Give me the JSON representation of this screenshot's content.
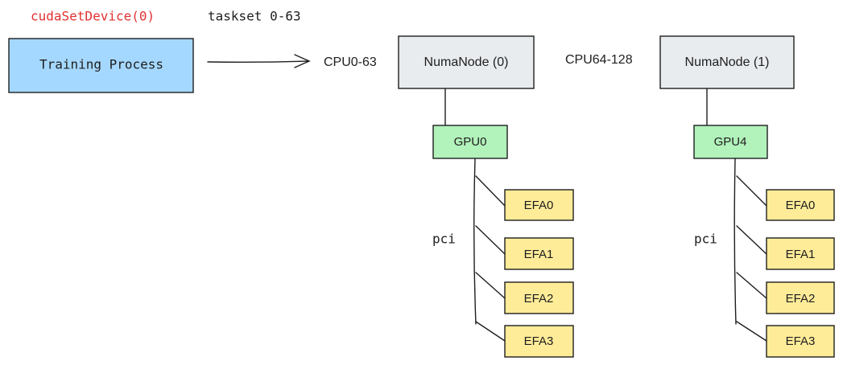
{
  "header": {
    "api_call": "cudaSetDevice(0)",
    "taskset": "taskset 0-63"
  },
  "process": {
    "label": "Training Process"
  },
  "cpu_ranges": [
    "CPU0-63",
    "CPU64-128"
  ],
  "numa_nodes": [
    {
      "label": "NumaNode (0)",
      "gpu": "GPU0",
      "bus": "pci",
      "efas": [
        "EFA0",
        "EFA1",
        "EFA2",
        "EFA3"
      ]
    },
    {
      "label": "NumaNode (1)",
      "gpu": "GPU4",
      "bus": "pci",
      "efas": [
        "EFA0",
        "EFA1",
        "EFA2",
        "EFA3"
      ]
    }
  ],
  "colors": {
    "api_call": "#e03131",
    "process_fill": "#a5d8ff",
    "numa_fill": "#e9ecef",
    "gpu_fill": "#b2f2bb",
    "efa_fill": "#ffec99"
  }
}
